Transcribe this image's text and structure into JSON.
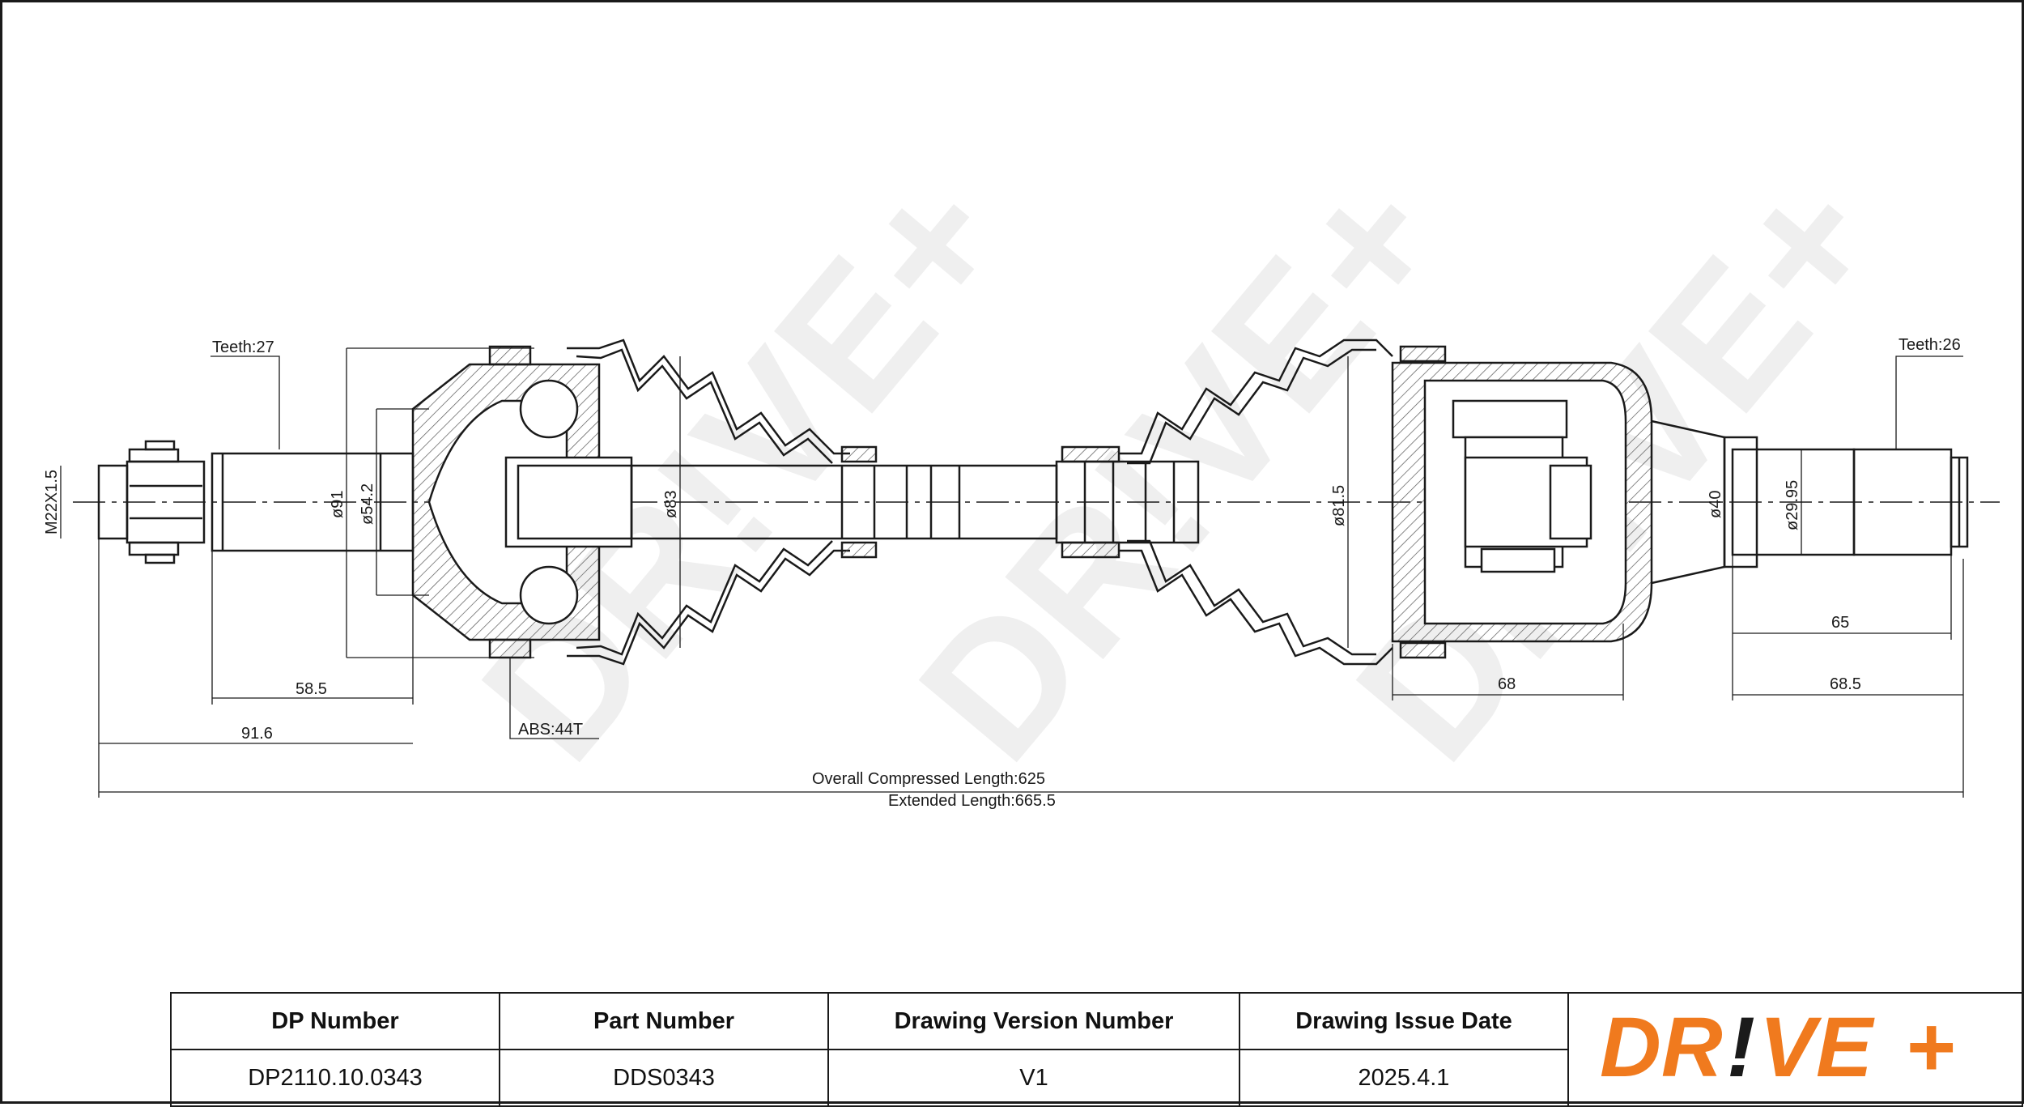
{
  "colors": {
    "line": "#1a1a1a",
    "hatch": "#555555",
    "brand_orange": "#f07a1e",
    "brand_black": "#1a1a1a",
    "watermark": "#d8d8d8"
  },
  "watermark_text": "DR!VE+",
  "dimensions": {
    "thread": "M22X1.5",
    "teeth_left": "Teeth:27",
    "teeth_right": "Teeth:26",
    "dia_91": "ø91",
    "dia_54_2": "ø54.2",
    "dia_83": "ø83",
    "dia_81_5": "ø81.5",
    "dia_40": "ø40",
    "dia_29_95": "ø29.95",
    "len_58_5": "58.5",
    "len_91_6": "91.6",
    "abs": "ABS:44T",
    "len_65": "65",
    "len_68": "68",
    "len_68_5": "68.5",
    "overall_compressed": "Overall  Compressed  Length:625",
    "extended": "Extended  Length:665.5"
  },
  "title_block": {
    "headers": [
      "DP Number",
      "Part Number",
      "Drawing Version Number",
      "Drawing Issue Date"
    ],
    "values": [
      "DP2110.10.0343",
      "DDS0343",
      "V1",
      "2025.4.1"
    ],
    "logo": {
      "prefix": "DR",
      "mark": "!",
      "middle": "VE",
      "suffix": "+"
    }
  }
}
